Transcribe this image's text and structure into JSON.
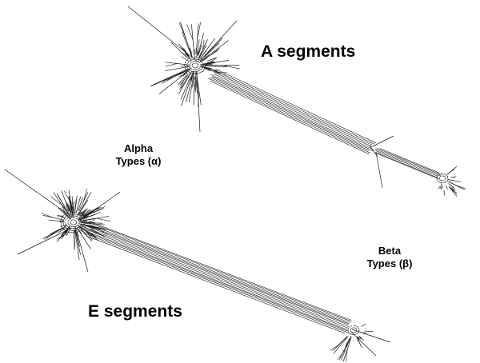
{
  "figure": {
    "labels": {
      "a_segments": "A segments",
      "e_segments": "E segments",
      "alpha_line1": "Alpha",
      "alpha_line2": "Types (α)",
      "beta_line1": "Beta",
      "beta_line2": "Types (β)"
    },
    "colors": {
      "line": "#1a1a1a",
      "text": "#000000",
      "background": "#ffffff"
    }
  }
}
